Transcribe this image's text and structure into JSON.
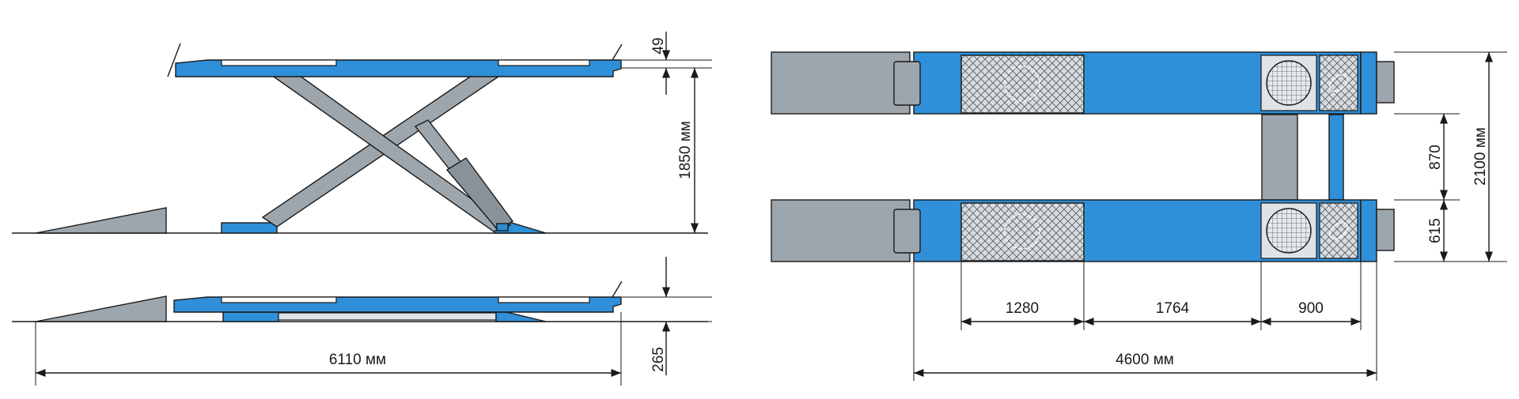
{
  "colors": {
    "platform_blue": "#2f8fd8",
    "steel_gray": "#9ea6ad",
    "line": "#1a1a1a",
    "background": "#ffffff"
  },
  "side_view": {
    "gap_dim": "49",
    "lift_height": "1850 мм",
    "min_height": "265",
    "total_length": "6110 мм"
  },
  "top_view": {
    "total_width": "2100 мм",
    "inner_gap": "870",
    "runway_width": "615",
    "seg_plate": "1280",
    "seg_mid": "1764",
    "seg_turntable": "900",
    "total_length": "4600 мм"
  }
}
